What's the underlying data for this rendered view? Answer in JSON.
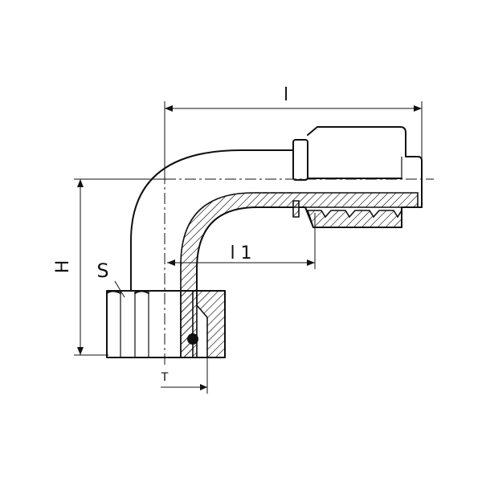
{
  "drawing": {
    "description_labels": {
      "length": "l",
      "height": "H",
      "socket_depth": "l 1",
      "nut_size": "S",
      "thread_length": "T"
    }
  },
  "colors": {
    "line": "#111111",
    "background": "#ffffff"
  }
}
